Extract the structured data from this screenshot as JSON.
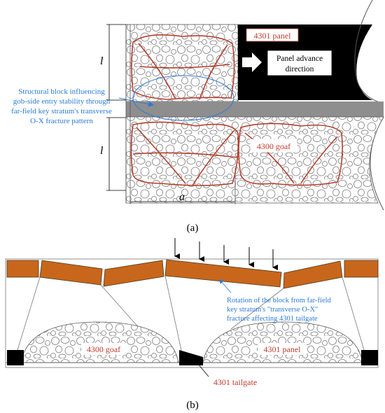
{
  "top_panel": {
    "label_l_upper": "l",
    "label_l_lower": "l",
    "label_a": "a",
    "panel_4301": "4301 panel",
    "advance_direction": [
      "Panel advance",
      "direction"
    ],
    "goaf_4300": "4300 goaf",
    "annotation": [
      "Structural block influencing",
      "gob-side entry stability through",
      "far-field key stratum's transverse",
      "O-X fracture pattern"
    ],
    "caption": "(a)"
  },
  "bottom_panel": {
    "goaf_4300": "4300 goaf",
    "panel_4301": "4301 panel",
    "tailgate": "4301 tailgate",
    "rotation_note": [
      "Rotation of the block from far-field",
      "key stratum's \"transverse O-X\"",
      "fracture affecting 4301 tailgate"
    ],
    "caption": "(b)"
  },
  "colors": {
    "fracture_red": "#b5402e",
    "label_red": "#c0392b",
    "annotation_blue": "#2b7bd6",
    "stratum_orange": "#c8661c",
    "entry_gray": "#8e8e8e",
    "panel_black": "#000000"
  }
}
